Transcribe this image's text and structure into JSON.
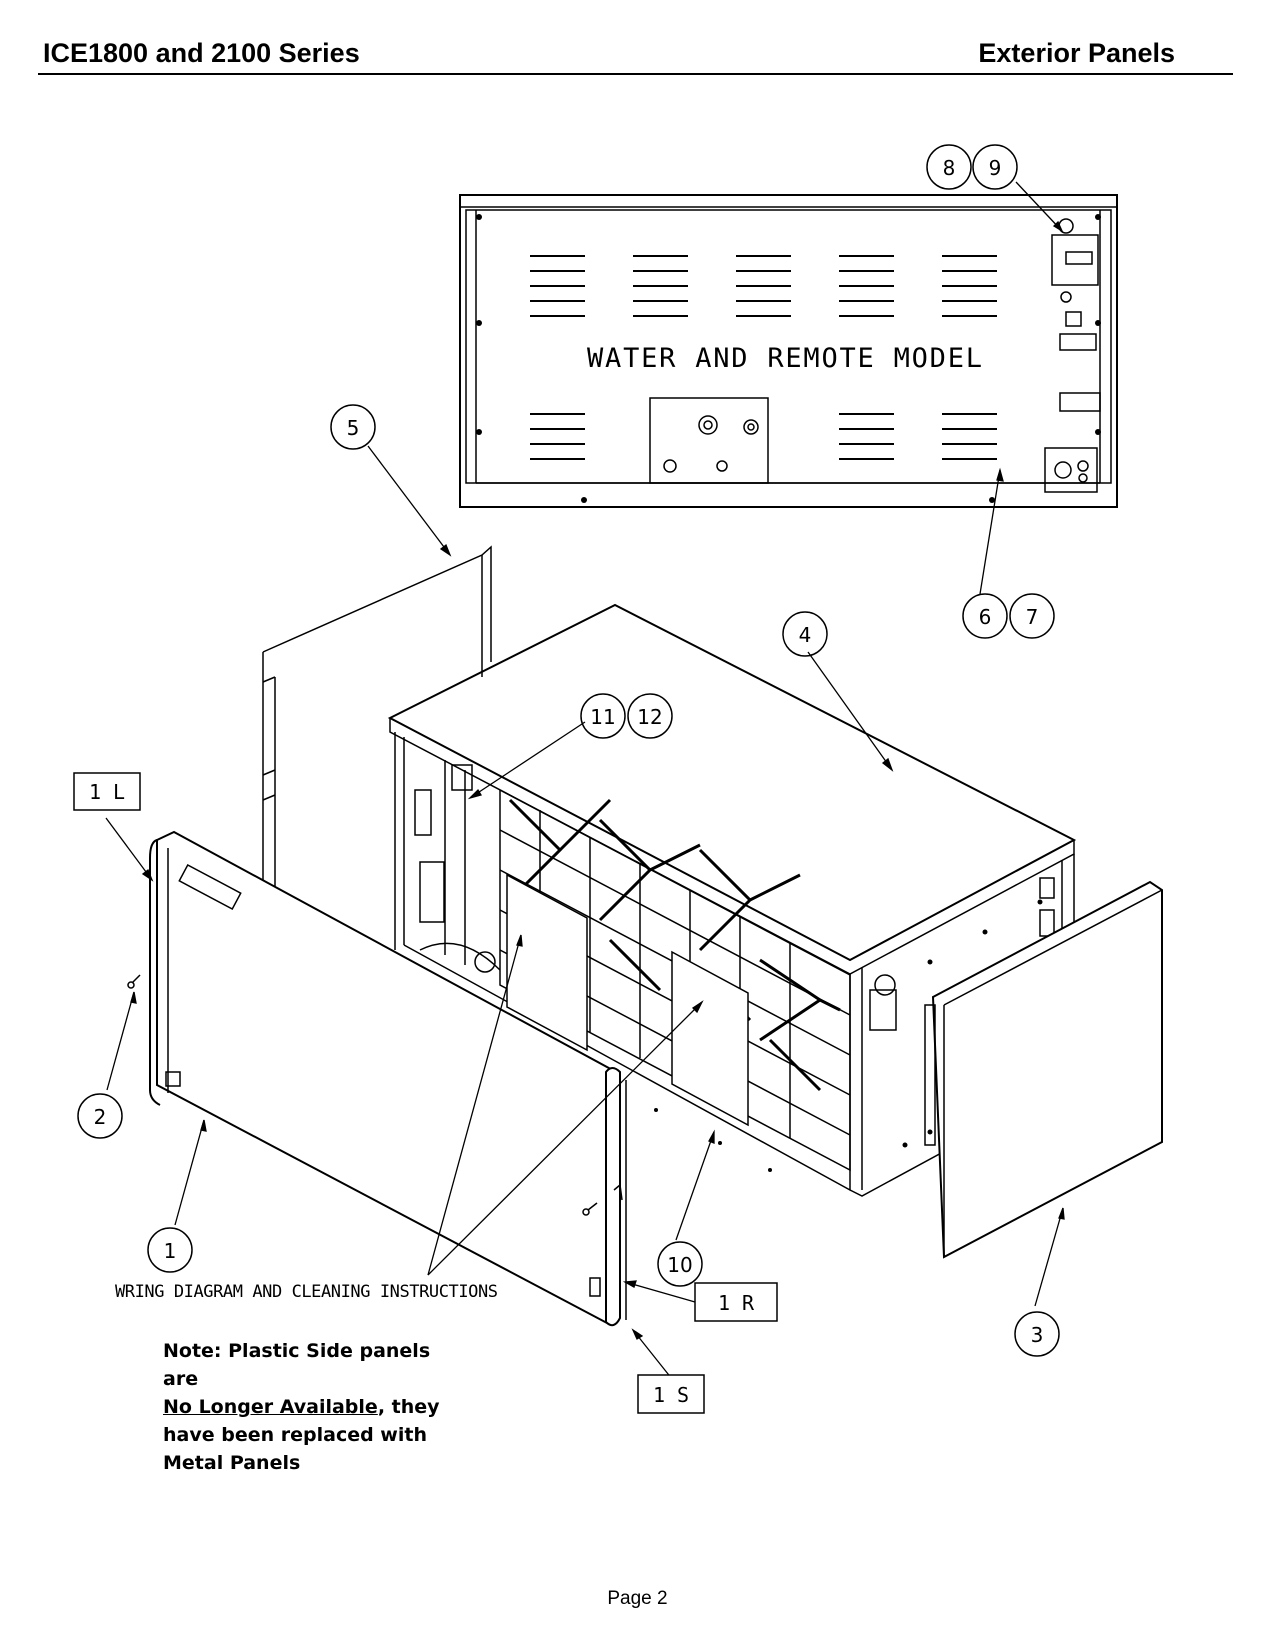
{
  "header": {
    "left": "ICE1800 and 2100 Series",
    "right": "Exterior Panels"
  },
  "callouts": {
    "c1": "1",
    "c2": "2",
    "c3": "3",
    "c4": "4",
    "c5": "5",
    "c6": "6",
    "c7": "7",
    "c8": "8",
    "c9": "9",
    "c10": "10",
    "c11": "11",
    "c12": "12"
  },
  "boxes": {
    "left": "1 L",
    "right": "1 R",
    "side": "1 S"
  },
  "labels": {
    "rear_model": "WATER AND REMOTE MODEL",
    "wiring": "WRING DIAGRAM AND CLEANING INSTRUCTIONS"
  },
  "note": {
    "line1": "Note: Plastic Side panels are",
    "line2_underlined": "No Longer Available",
    "line2_rest": ", they",
    "line3": "have been replaced with",
    "line4": "Metal  Panels"
  },
  "footer": {
    "page": "Page 2"
  }
}
